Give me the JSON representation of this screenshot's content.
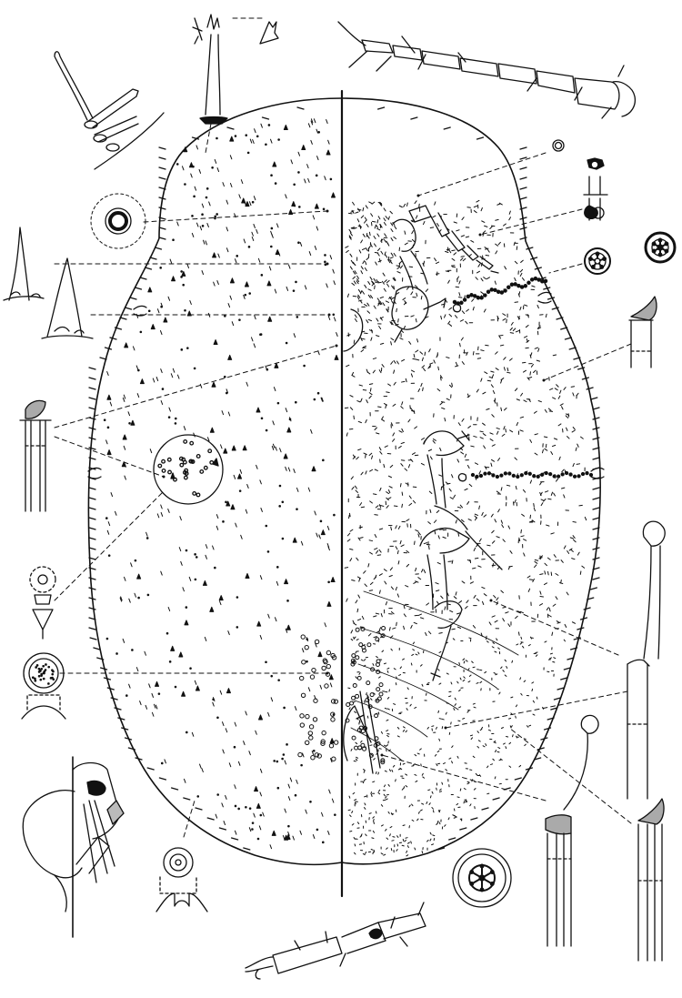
{
  "figure": {
    "kind": "scale-insect morphology line drawing",
    "left_half": "dorsum",
    "right_half": "venter",
    "ink_color": "#111111",
    "paper_color": "#ffffff"
  },
  "details": [
    {
      "name": "enlarged-dorsal-setae",
      "side": "dorsum"
    },
    {
      "name": "tubular-duct-with-spur",
      "side": "dorsum"
    },
    {
      "name": "clavate-seta",
      "side": "dorsum"
    },
    {
      "name": "simple-pore-ring",
      "side": "dorsum"
    },
    {
      "name": "conical-spines",
      "side": "dorsum"
    },
    {
      "name": "marginal-seta-cap",
      "side": "dorsum"
    },
    {
      "name": "dorsal-pore-patch",
      "side": "dorsum"
    },
    {
      "name": "disc-pore-with-spine",
      "side": "dorsum"
    },
    {
      "name": "multilocular-disc-pore-large",
      "side": "dorsum"
    },
    {
      "name": "anal-apparatus",
      "side": "dorsum"
    },
    {
      "name": "anal-ring-pore",
      "side": "dorsum"
    },
    {
      "name": "antenna",
      "side": "venter"
    },
    {
      "name": "small-ring-pore",
      "side": "venter"
    },
    {
      "name": "spiracle-duct",
      "side": "venter"
    },
    {
      "name": "quinquelocular-pores",
      "side": "venter"
    },
    {
      "name": "ventral-tubular-duct",
      "side": "venter"
    },
    {
      "name": "ventral-clavate-ducts",
      "side": "venter"
    },
    {
      "name": "ventral-multilocular-pore",
      "side": "venter"
    },
    {
      "name": "hind-leg-tarsus",
      "side": "venter"
    }
  ]
}
